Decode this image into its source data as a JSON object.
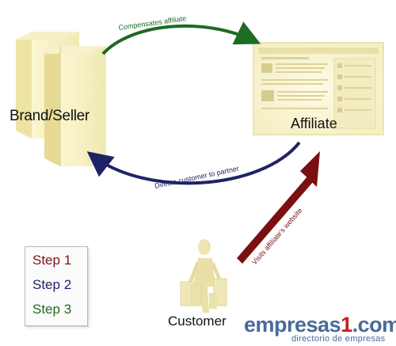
{
  "nodes": {
    "brand": {
      "label": "Brand/Seller"
    },
    "affiliate": {
      "label": "Affiliate"
    },
    "customer": {
      "label": "Customer"
    }
  },
  "flows": {
    "compensates": {
      "label": "Compensates affiliate",
      "color": "#1e6b24"
    },
    "directs": {
      "label": "Directs customer to partner",
      "color": "#1f2366"
    },
    "visits": {
      "label": "Visits affiliate's website",
      "color": "#7a1010"
    }
  },
  "legend": {
    "steps": [
      {
        "label": "Step 1",
        "color": "#7a1515"
      },
      {
        "label": "Step 2",
        "color": "#1f2366"
      },
      {
        "label": "Step 3",
        "color": "#1e6b24"
      }
    ]
  },
  "watermark": {
    "brand_prefix": "empresas",
    "brand_number": "1",
    "brand_suffix": ".com",
    "subtitle": "directorio de empresas",
    "color": "#4a6a9a",
    "accent": "#c8201e"
  }
}
